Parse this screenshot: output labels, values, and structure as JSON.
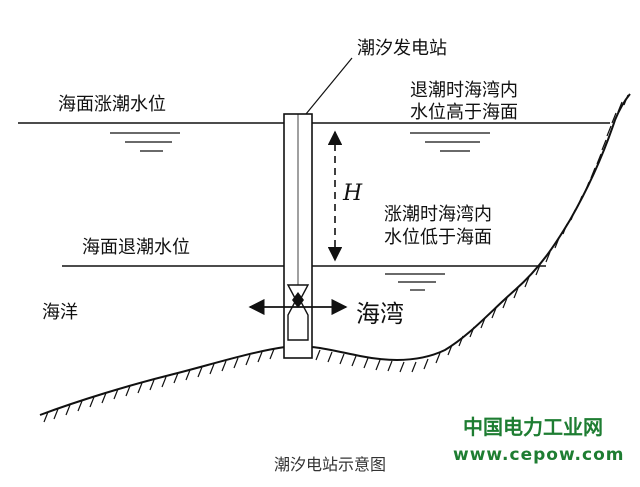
{
  "diagram": {
    "station_label": "潮汐发电站",
    "high_tide_label": "海面涨潮水位",
    "low_tide_label": "海面退潮水位",
    "ebb_note_line1": "退潮时海湾内",
    "ebb_note_line2": "水位高于海面",
    "flood_note_line1": "涨潮时海湾内",
    "flood_note_line2": "水位低于海面",
    "height_symbol": "H",
    "ocean_label": "海洋",
    "bay_label": "海湾",
    "caption": "潮汐电站示意图"
  },
  "brand": {
    "name": "中国电力工业网",
    "url": "www.cepow.com",
    "color": "#1e7d32"
  },
  "colors": {
    "ink": "#111111"
  }
}
